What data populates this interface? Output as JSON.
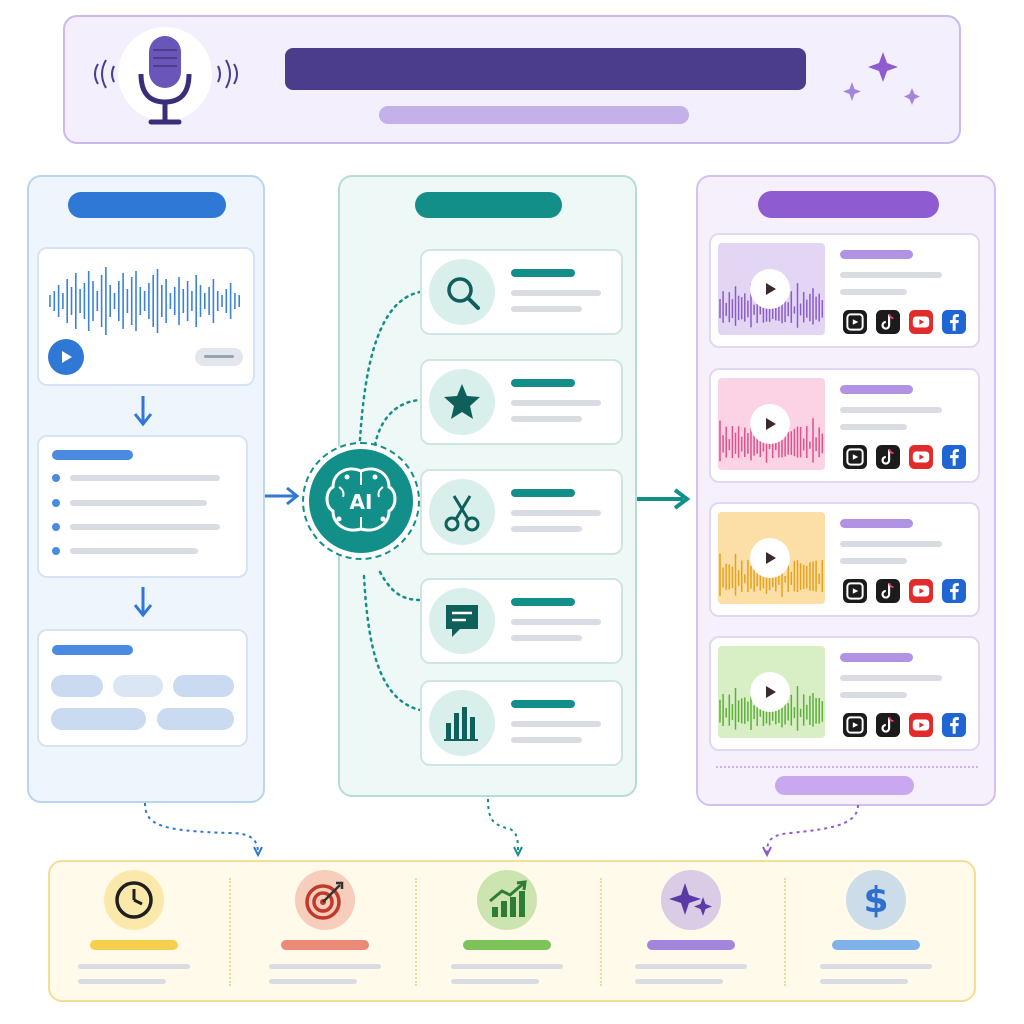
{
  "header": {
    "icon": "microphone-icon",
    "decor": "sparkle-icon"
  },
  "colors": {
    "header_bg": "#f3effd",
    "header_border": "#cbb8ee",
    "title_bar": "#4b3c8c",
    "subtitle_bar": "#c4b1ea",
    "left_accent": "#2f78d6",
    "middle_accent": "#138f8a",
    "right_accent": "#8e5bd0",
    "outcomes_bg": "#fffaea",
    "outcomes_border": "#f4dd95"
  },
  "left_panel": {
    "stages": [
      "audio-waveform-card",
      "transcript-card",
      "tags-card"
    ],
    "icons": [
      "play-icon",
      "arrow-down-icon"
    ]
  },
  "middle_panel": {
    "hub_label": "AI",
    "hub_icon": "brain-icon",
    "tools": [
      {
        "icon": "search-icon"
      },
      {
        "icon": "star-icon"
      },
      {
        "icon": "scissors-icon"
      },
      {
        "icon": "chat-icon"
      },
      {
        "icon": "bar-chart-icon"
      }
    ]
  },
  "right_panel": {
    "clips": [
      {
        "color": "#8b5cc8",
        "bg": "#e3d6f4"
      },
      {
        "color": "#e0508a",
        "bg": "#fbd3e4"
      },
      {
        "color": "#e8a11c",
        "bg": "#fbdfa6"
      },
      {
        "color": "#5fae3c",
        "bg": "#d8efc6"
      }
    ],
    "platform_icons": [
      "instagram-reels-icon",
      "tiktok-icon",
      "youtube-icon",
      "facebook-icon"
    ]
  },
  "outcomes": [
    {
      "icon": "clock-icon",
      "color": "#f6cf4f"
    },
    {
      "icon": "target-icon",
      "color": "#ec8a78"
    },
    {
      "icon": "growth-chart-icon",
      "color": "#7cc35a"
    },
    {
      "icon": "sparkles-icon",
      "color": "#a386dc"
    },
    {
      "icon": "dollar-icon",
      "dollar": "$",
      "color": "#7fb2e8"
    }
  ]
}
